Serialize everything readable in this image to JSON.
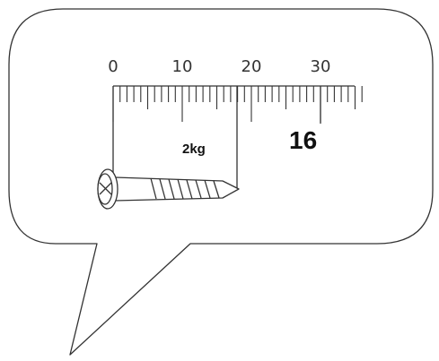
{
  "ruler": {
    "unit_labels": [
      "0",
      "10",
      "20",
      "30"
    ],
    "min": 0,
    "max": 36,
    "minor_step": 1,
    "mid_step": 5,
    "major_step": 10
  },
  "screw": {
    "start_mark": 0,
    "tip_mark": 18,
    "weight_label": "2kg"
  },
  "answer": {
    "value_label": "16",
    "pointer_mark": 30
  },
  "colors": {
    "stroke": "#333333",
    "background": "#ffffff"
  }
}
